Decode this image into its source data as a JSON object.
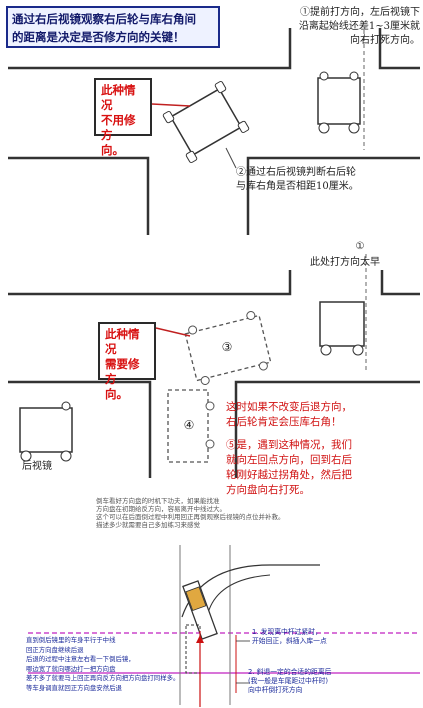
{
  "panel1": {
    "title_line1": "通过右后视镜观察右后轮与库右角间",
    "title_line2": "的距离是决定是否修方向的关键！",
    "note_top_line1": "①提前打方向，左后视镜下",
    "note_top_line2": "沿离起始线还差1~3厘米就",
    "note_top_line3": "向右打死方向。",
    "callout_line1": "此种情况",
    "callout_line2": "不用修方",
    "callout_line3": "向。",
    "note_bottom_line1": "②通过右后视镜判断右后轮",
    "note_bottom_line2": "与库右角是否相距10厘米。"
  },
  "panel2": {
    "note_top_line1": "①",
    "note_top_line2": "此处打方向太早",
    "callout_line1": "此种情况",
    "callout_line2": "需要修方",
    "callout_line3": "向。",
    "car_label_3": "③",
    "car_label_4": "④",
    "mirror_label": "后视镜",
    "red_line1": "这时如果不改变后退方向，",
    "red_line2": "右后轮肯定会压库右角！",
    "fix_line1": "⑤是，遇到这种情况，我们",
    "fix_line2": "就向左回点方向，回到右后",
    "fix_line3": "轮刚好越过拐角处，然后把",
    "fix_line4": "方向盘向右打死。",
    "small_line1": "倒车看好方向盘的时机下功夫，如果能找准",
    "small_line2": "方向盘在初期给反方向，容易离开中线过大。",
    "small_line3": "这个可以在后面倒过程中利用回正再倒观察后视镜的点位并补救。",
    "small_line4": "描述多少就需要自己多加练习来感觉"
  },
  "panel3": {
    "note1_line1": "1. 发现离中杆过紧时，",
    "note1_line2": "开始回正，斜插入库一点",
    "note2_line1": "2. 斜退一定的合适的距离后",
    "note2_line2": "(我一般是车尾距过中杆时)",
    "note2_line3": "向中杆倒打死方向",
    "left_line1": "直到倒后镜里的车身平行于中线",
    "left_line2": "回正方向盘继续后退",
    "left_line3": "后退的过程中注意左右看一下倒后镜，",
    "left_line4": "哪边宽了就向哪边打一把方向盘",
    "left_line5": "差不多了就要马上回正再向反方向把方向盘打同样多。",
    "left_line6": "等车身调直就回正方向盘安然后退"
  },
  "colors": {
    "title_border": "#1a2a8a",
    "callout_text": "#d81010",
    "note_blue": "#1a2a9a",
    "guide_red": "#cc1010",
    "guide_purple": "#c020c0"
  }
}
